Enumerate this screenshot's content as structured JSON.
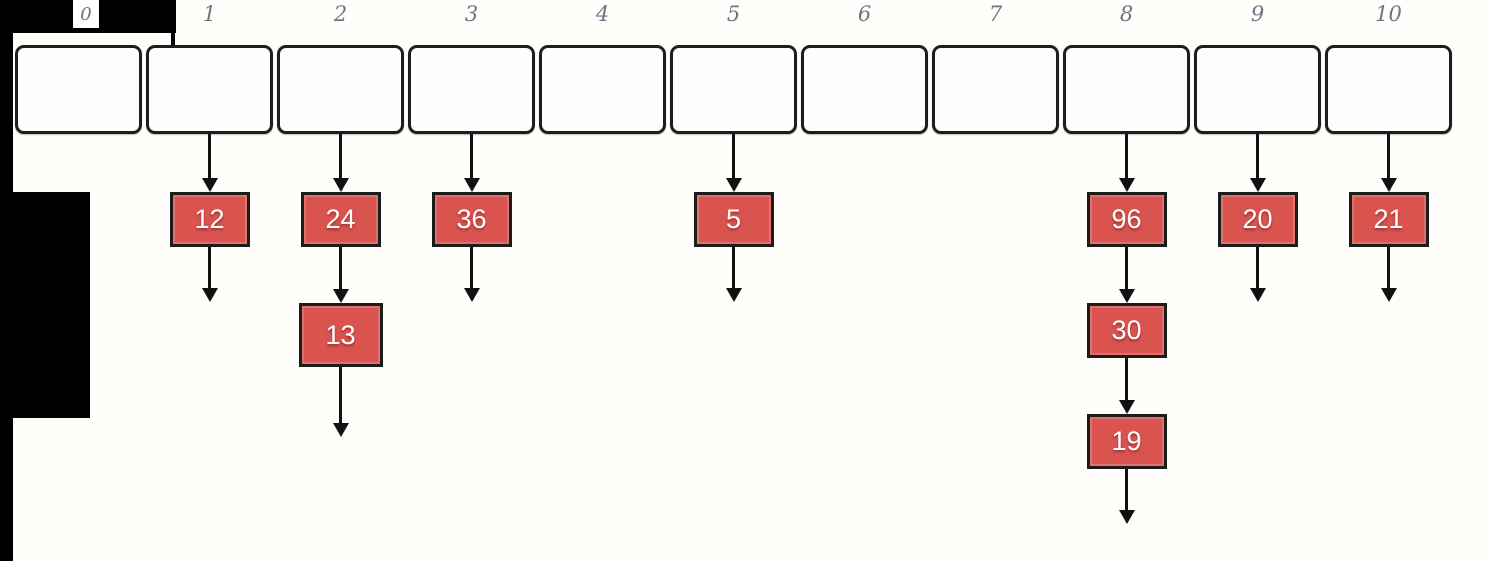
{
  "diagram": {
    "kind": "hash-table-separate-chaining",
    "colors": {
      "background": "#fffefa",
      "bucket_fill": "#fffefc",
      "bucket_border": "#1e1e1e",
      "index_label": "#6c7583",
      "node_fill": "#d9534f",
      "node_border": "#1c1c1c",
      "node_text": "#ffffff",
      "arrow": "#111111",
      "redaction": "#000000"
    },
    "indices": [
      "0",
      "1",
      "2",
      "3",
      "4",
      "5",
      "6",
      "7",
      "8",
      "9",
      "10"
    ],
    "chains": [
      {
        "index": "0",
        "values": []
      },
      {
        "index": "1",
        "values": [
          "12"
        ]
      },
      {
        "index": "2",
        "values": [
          "24",
          "13"
        ]
      },
      {
        "index": "3",
        "values": [
          "36"
        ]
      },
      {
        "index": "4",
        "values": []
      },
      {
        "index": "5",
        "values": [
          "5"
        ]
      },
      {
        "index": "6",
        "values": []
      },
      {
        "index": "7",
        "values": []
      },
      {
        "index": "8",
        "values": [
          "96",
          "30",
          "19"
        ]
      },
      {
        "index": "9",
        "values": [
          "20"
        ]
      },
      {
        "index": "10",
        "values": [
          "21"
        ]
      }
    ]
  }
}
